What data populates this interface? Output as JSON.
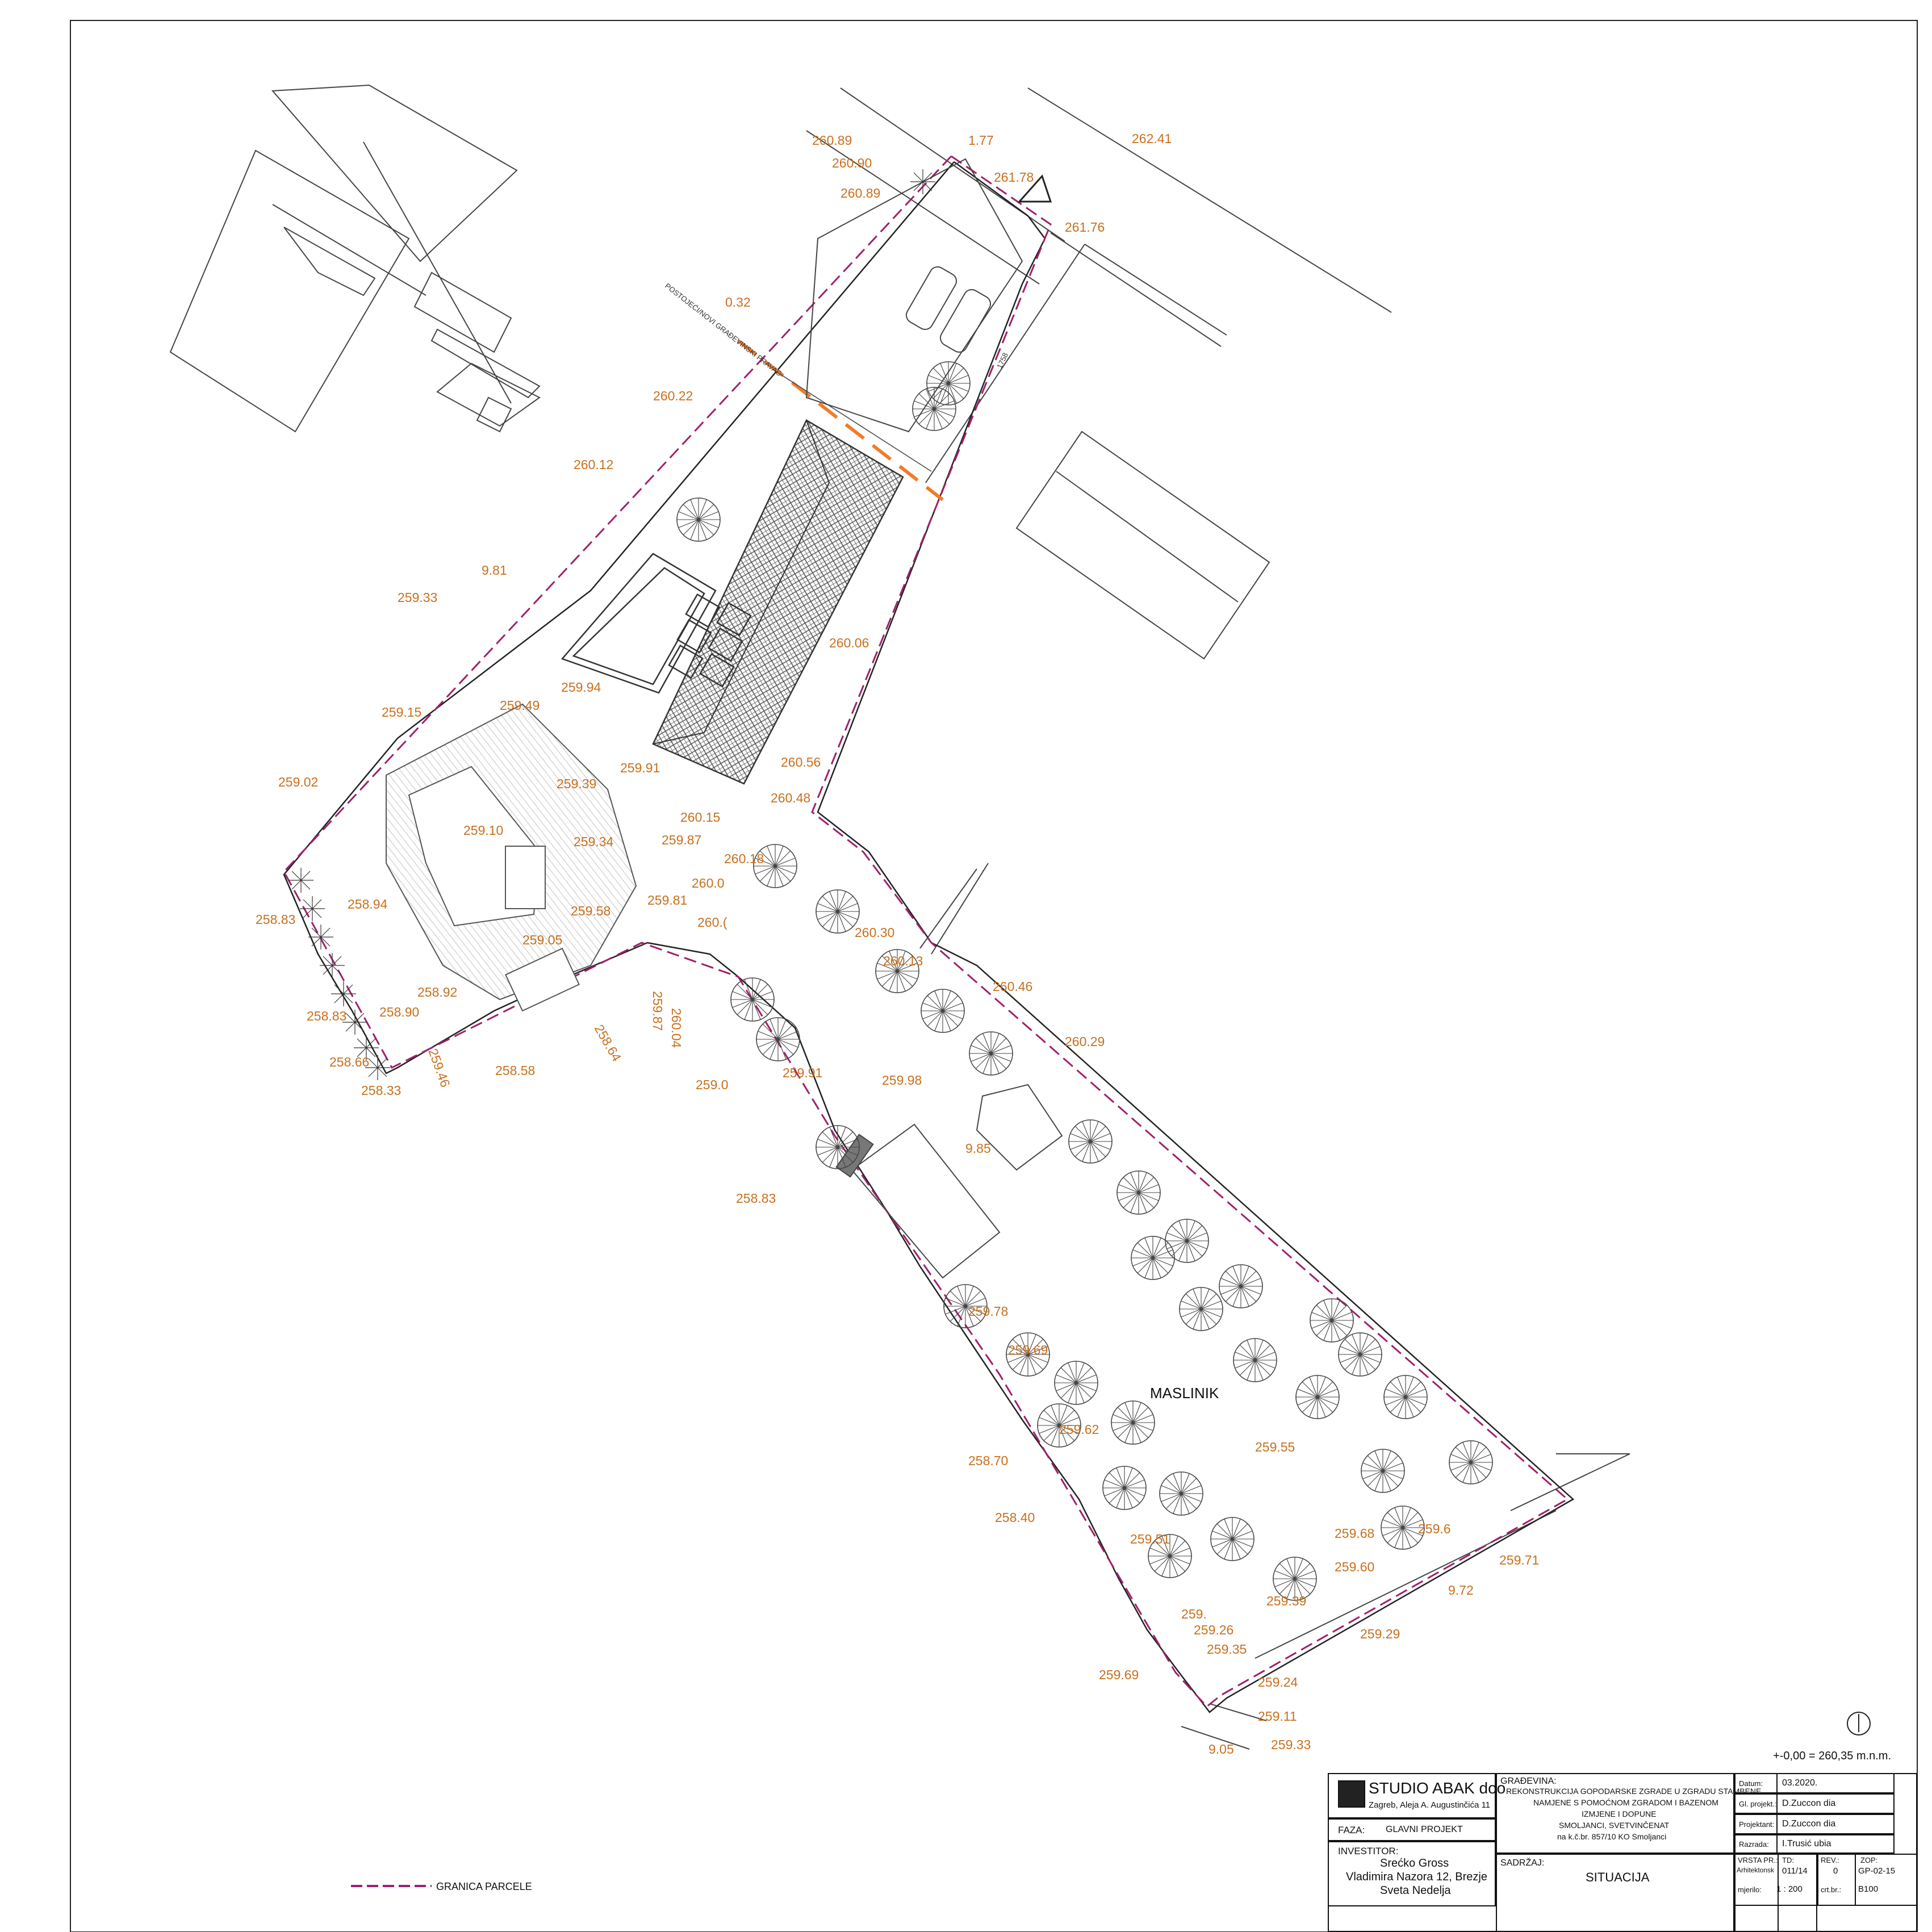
{
  "plan": {
    "area_label": "MASLINIK",
    "building_line_label": "POSTOJEĆI/NOVI GRAĐEVINSKI PRAVAC",
    "datum_note": "+-0,00 = 260,35 m.n.m.",
    "legend_label": "GRANICA PARCELE",
    "parcel_id": "1758",
    "elevations": [
      "260.89",
      "260.90",
      "260.89",
      "1.77",
      "261.78",
      "261.76",
      "262.41",
      "0.32",
      "260.22",
      "260.12",
      "9.81",
      "259.33",
      "260.06",
      "259.94",
      "259.49",
      "259.15",
      "259.02",
      "259.39",
      "259.91",
      "260.56",
      "260.48",
      "259.10",
      "260.15",
      "259.34",
      "259.87",
      "260.18",
      "260.0",
      "259.81",
      "259.58",
      "260.(",
      "258.94",
      "258.83",
      "259.05",
      "260.30",
      "260.13",
      "260.46",
      "258.92",
      "258.90",
      "260.04",
      "259.87",
      "258.83",
      "258.64",
      "258.66",
      "259.46",
      "258.58",
      "258.33",
      "260.29",
      "259.0",
      "259.91",
      "259.98",
      "9.85",
      "258.83",
      "259.78",
      "259.69",
      "259.62",
      "259.55",
      "258.70",
      "258.40",
      "259.51",
      "259.68",
      "259.6",
      "259.60",
      "259.71",
      "259.39",
      "9.72",
      "259.",
      "259.26",
      "259.35",
      "259.29",
      "259.69",
      "259.24",
      "259.11",
      "9.05",
      "259.33"
    ]
  },
  "title_block": {
    "studio_name": "STUDIO ABAK doo",
    "studio_address": "Zagreb, Aleja A. Augustinčića 11",
    "faza_label": "FAZA:",
    "faza_value": "GLAVNI PROJEKT",
    "investor_label": "INVESTITOR:",
    "investor_lines": [
      "Srećko Gross",
      "Vladimira Nazora 12, Brezje",
      "Sveta Nedelja"
    ],
    "gradevina_label": "GRAĐEVINA:",
    "gradevina_lines": [
      "REKONSTRUKCIJA GOPODARSKE ZGRADE U ZGRADU STAMBENE",
      "NAMJENE  S POMOĆNOM  ZGRADOM I BAZENOM",
      "IZMJENE I DOPUNE",
      "SMOLJANCI,  SVETVINČENAT",
      "na k.č.br. 857/10 KO Smoljanci"
    ],
    "sadrzaj_label": "SADRŽAJ:",
    "sadrzaj_value": "SITUACIJA",
    "datum_label": "Datum:",
    "datum_value": "03.2020.",
    "gl_projekt_label": "Gl. projekt.:",
    "gl_projekt_value": "D.Zuccon dia",
    "projektant_label": "Projektant:",
    "projektant_value": "D.Zuccon dia",
    "razrada_label": "Razrada:",
    "razrada_value": "I.Trusić ubia",
    "vrsta_label": "VRSTA PR.:",
    "vrsta_value": "Arhitektonsk",
    "td_label": "TD:",
    "td_value": "011/14",
    "rev_label": "REV.:",
    "rev_value": "0",
    "zop_label": "ZOP:",
    "zop_value": "GP-02-15",
    "mjerilo_label": "mjerilo:",
    "mjerilo_value": "1 : 200",
    "crtbr_label": "crt.br.:",
    "crtbr_value": "B100"
  },
  "colors": {
    "elevation_text": "#c8701e",
    "parcel_boundary": "#a0206a",
    "building_line": "#f07c2a",
    "linework": "#333333"
  }
}
